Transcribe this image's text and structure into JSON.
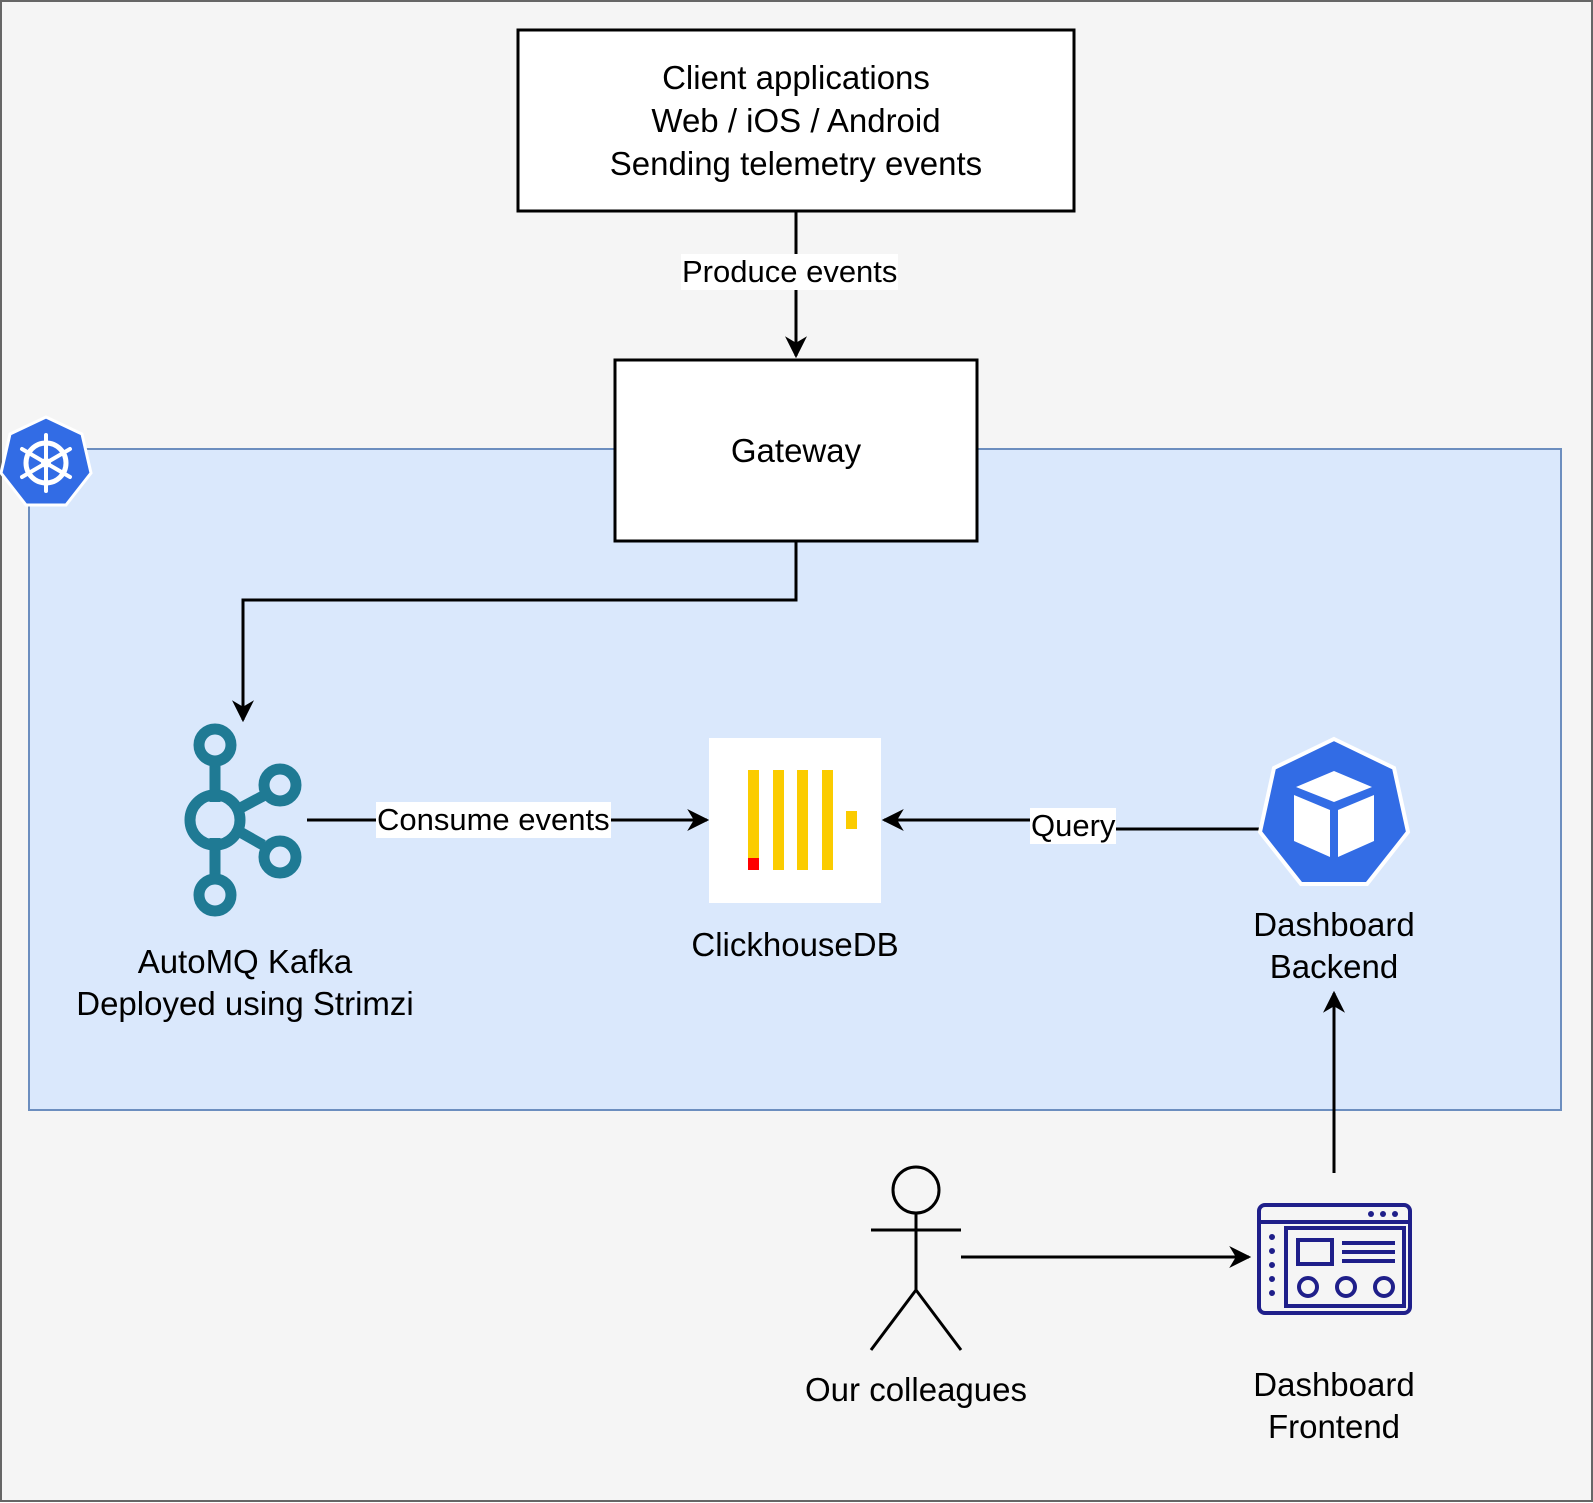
{
  "nodes": {
    "client": {
      "lines": [
        "Client applications",
        "Web / iOS / Android",
        "Sending telemetry events"
      ]
    },
    "gateway": {
      "label": "Gateway"
    },
    "kafka": {
      "lines": [
        "AutoMQ Kafka",
        "Deployed using Strimzi"
      ],
      "icon": "kafka-icon"
    },
    "clickhouse": {
      "label": "ClickhouseDB",
      "icon": "clickhouse-icon"
    },
    "backend": {
      "lines": [
        "Dashboard",
        "Backend"
      ],
      "icon": "kubernetes-pod-icon"
    },
    "frontend": {
      "lines": [
        "Dashboard",
        "Frontend"
      ],
      "icon": "dashboard-window-icon"
    },
    "colleagues": {
      "label": "Our colleagues",
      "icon": "stick-figure-icon"
    }
  },
  "edges": {
    "client_to_gateway": {
      "label": "Produce events"
    },
    "kafka_to_clickhouse": {
      "label": "Consume events"
    },
    "backend_to_clickhouse": {
      "label": "Query"
    }
  },
  "cluster": {
    "icon": "kubernetes-icon"
  },
  "colors": {
    "page_background": "#f5f5f5",
    "cluster_fill": "#dae8fc",
    "cluster_stroke": "#6c8ebf",
    "kafka_teal": "#1f7a94",
    "clickhouse_yellow": "#fbcc00",
    "clickhouse_red": "#ff0000",
    "kubernetes_blue": "#326ce5",
    "frontend_navy": "#1f1f8a"
  }
}
